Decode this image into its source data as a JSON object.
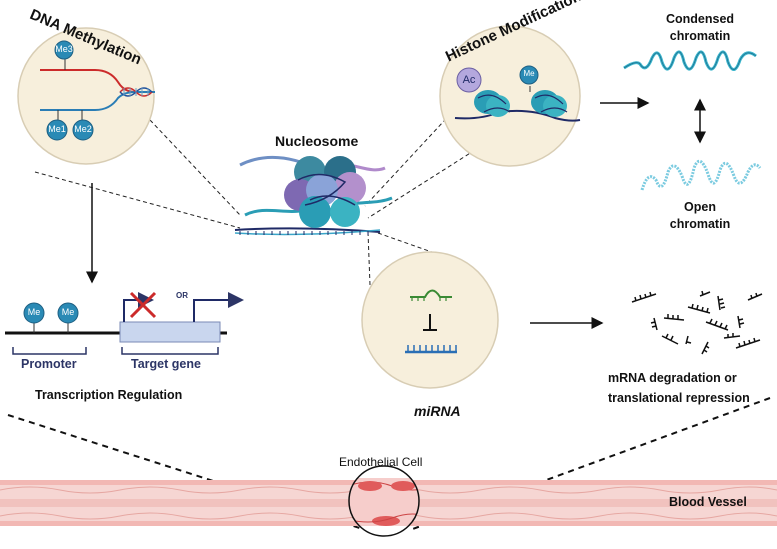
{
  "titles": {
    "dna_methylation": "DNA Methylation",
    "histone_modification": "Histone Modification",
    "nucleosome": "Nucleosome",
    "mirna": "miRNA"
  },
  "chromatin": {
    "condensed_line1": "Condensed",
    "condensed_line2": "chromatin",
    "open_line1": "Open",
    "open_line2": "chromatin"
  },
  "marks": {
    "me3": "Me3",
    "me1": "Me1",
    "me2": "Me2",
    "me": "Me",
    "ac": "Ac",
    "or": "OR"
  },
  "transcription": {
    "promoter": "Promoter",
    "target_gene": "Target gene",
    "title": "Transcription Regulation"
  },
  "mirna_outcome": {
    "line1": "mRNA degradation or",
    "line2": "translational repression"
  },
  "vessel": {
    "endothelial_cell": "Endothelial Cell",
    "blood_vessel": "Blood Vessel"
  },
  "colors": {
    "circle_fill": "#f7efdc",
    "circle_stroke": "#d8cdb4",
    "teal": "#2a9db5",
    "navy": "#2c3566",
    "red": "#cc2b2b",
    "purple": "#8a74b8",
    "vessel_pink": "#f4c9c6",
    "vessel_red": "#e05b5b"
  }
}
